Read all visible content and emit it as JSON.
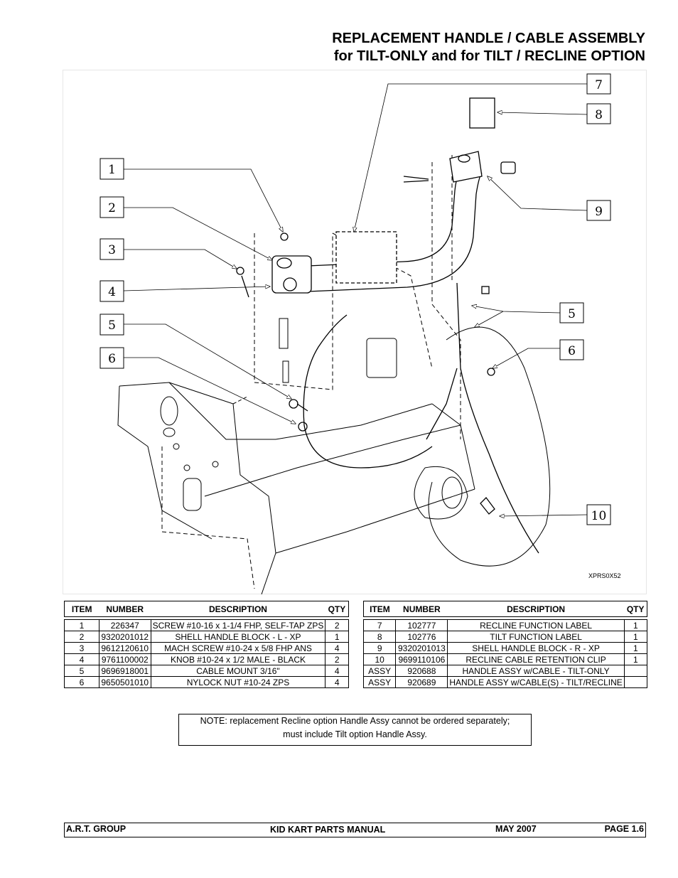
{
  "header": {
    "title_line1": "REPLACEMENT HANDLE / CABLE ASSEMBLY",
    "title_line2": "for TILT-ONLY and for TILT / RECLINE OPTION"
  },
  "drawing": {
    "callouts": [
      "1",
      "2",
      "3",
      "4",
      "5",
      "6",
      "7",
      "8",
      "9",
      "10"
    ],
    "drawing_code": "XPRS0X52"
  },
  "parts_table": {
    "headers": {
      "item": "ITEM",
      "number": "NUMBER",
      "description": "DESCRIPTION",
      "qty": "QTY"
    },
    "left_rows": [
      {
        "item": "1",
        "number": "226347",
        "description": "SCREW #10-16 x 1-1/4 FHP, SELF-TAP ZPS",
        "qty": "2"
      },
      {
        "item": "2",
        "number": "9320201012",
        "description": "SHELL HANDLE BLOCK - L - XP",
        "qty": "1"
      },
      {
        "item": "3",
        "number": "9612120610",
        "description": "MACH SCREW #10-24 x 5/8 FHP ANS",
        "qty": "4"
      },
      {
        "item": "4",
        "number": "9761100002",
        "description": "KNOB #10-24 x 1/2 MALE - BLACK",
        "qty": "2"
      },
      {
        "item": "5",
        "number": "9696918001",
        "description": "CABLE MOUNT 3/16\"",
        "qty": "4"
      },
      {
        "item": "6",
        "number": "9650501010",
        "description": "NYLOCK NUT #10-24 ZPS",
        "qty": "4"
      }
    ],
    "right_rows": [
      {
        "item": "7",
        "number": "102777",
        "description": "RECLINE FUNCTION LABEL",
        "qty": "1"
      },
      {
        "item": "8",
        "number": "102776",
        "description": "TILT FUNCTION LABEL",
        "qty": "1"
      },
      {
        "item": "9",
        "number": "9320201013",
        "description": "SHELL HANDLE BLOCK - R - XP",
        "qty": "1"
      },
      {
        "item": "10",
        "number": "9699110106",
        "description": "RECLINE CABLE RETENTION CLIP",
        "qty": "1"
      },
      {
        "item": "ASSY",
        "number": "920688",
        "description": "HANDLE ASSY w/CABLE - TILT-ONLY",
        "qty": ""
      },
      {
        "item": "ASSY",
        "number": "920689",
        "description": "HANDLE ASSY w/CABLE(S) - TILT/RECLINE",
        "qty": ""
      }
    ]
  },
  "note": {
    "line1": "NOTE: replacement Recline option Handle Assy cannot be ordered separately;",
    "line2": "must include Tilt option Handle Assy."
  },
  "footer": {
    "company": "A.R.T. GROUP",
    "manual": "KID KART PARTS MANUAL",
    "date": "MAY 2007",
    "page": "PAGE  1.6"
  }
}
